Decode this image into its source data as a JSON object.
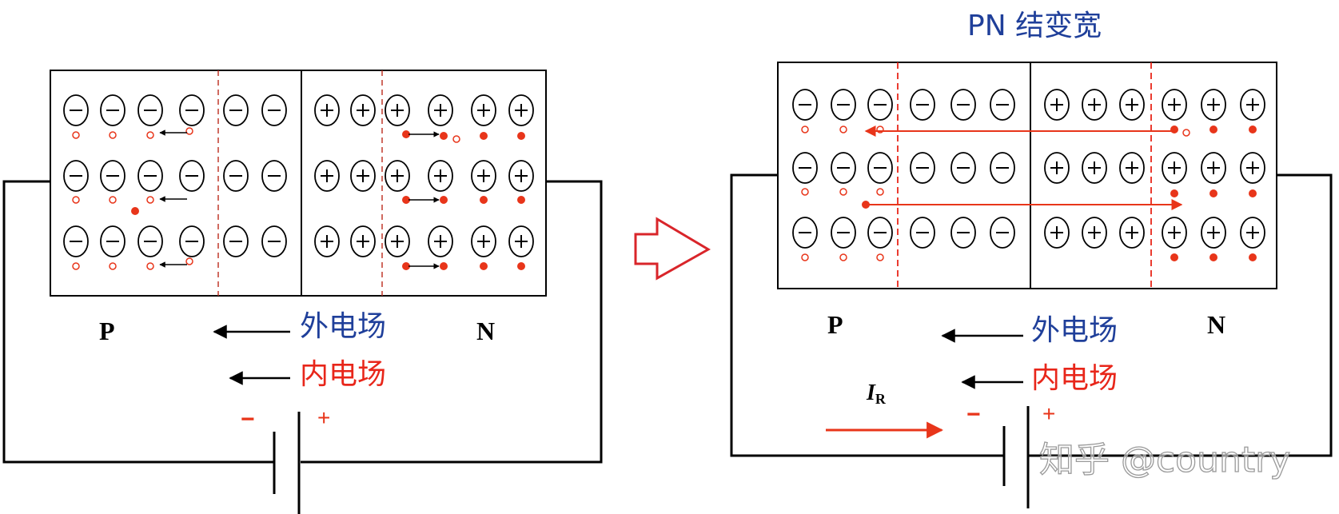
{
  "title": "PN 结变宽",
  "left_panel": {
    "p_label": "P",
    "n_label": "N",
    "external_field_label": "外电场",
    "internal_field_label": "内电场",
    "battery_minus": "−",
    "battery_plus": "+"
  },
  "right_panel": {
    "p_label": "P",
    "n_label": "N",
    "external_field_label": "外电场",
    "internal_field_label": "内电场",
    "current_label_main": "I",
    "current_label_sub": "R",
    "battery_minus": "−",
    "battery_plus": "+"
  },
  "watermark": "知乎 @country",
  "colors": {
    "external_field": "#1f3f9a",
    "internal_field": "#e8261a",
    "carrier": "#e8351a",
    "title": "#1f3f9a",
    "transition_arrow": "#d9252a"
  },
  "icons": {
    "negative_ion": "minus-ion-icon",
    "positive_ion": "plus-ion-icon",
    "hole": "hole-icon",
    "electron": "electron-icon"
  }
}
